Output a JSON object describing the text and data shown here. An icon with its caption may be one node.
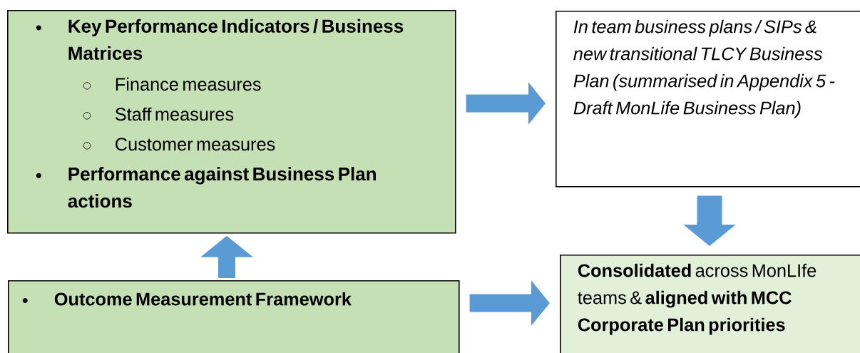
{
  "diagram": {
    "nodes": [
      {
        "text": [
          "Key Performance Indicators / Business Matrices",
          "Finance measures",
          "Staff measures",
          "Customer measures",
          "Performance against Business Plan actions"
        ]
      },
      {
        "text": [
          "In team business plans / SIPs & new transitional TLCY Business Plan (summarised in Appendix 5 - Draft MonLife Business Plan)"
        ]
      },
      {
        "text": [
          "Outcome Measurement Framework"
        ]
      },
      {
        "text": [
          "**Consolidated** across MonLIfe teams & **aligned with MCC Corporate Plan priorities**"
        ]
      }
    ],
    "edges": [
      {
        "from": 0,
        "to": 1,
        "arrow": "to"
      },
      {
        "from": 1,
        "to": 3,
        "arrow": "to"
      },
      {
        "from": 2,
        "to": 0,
        "arrow": "to"
      },
      {
        "from": 2,
        "to": 3,
        "arrow": "to"
      }
    ]
  }
}
